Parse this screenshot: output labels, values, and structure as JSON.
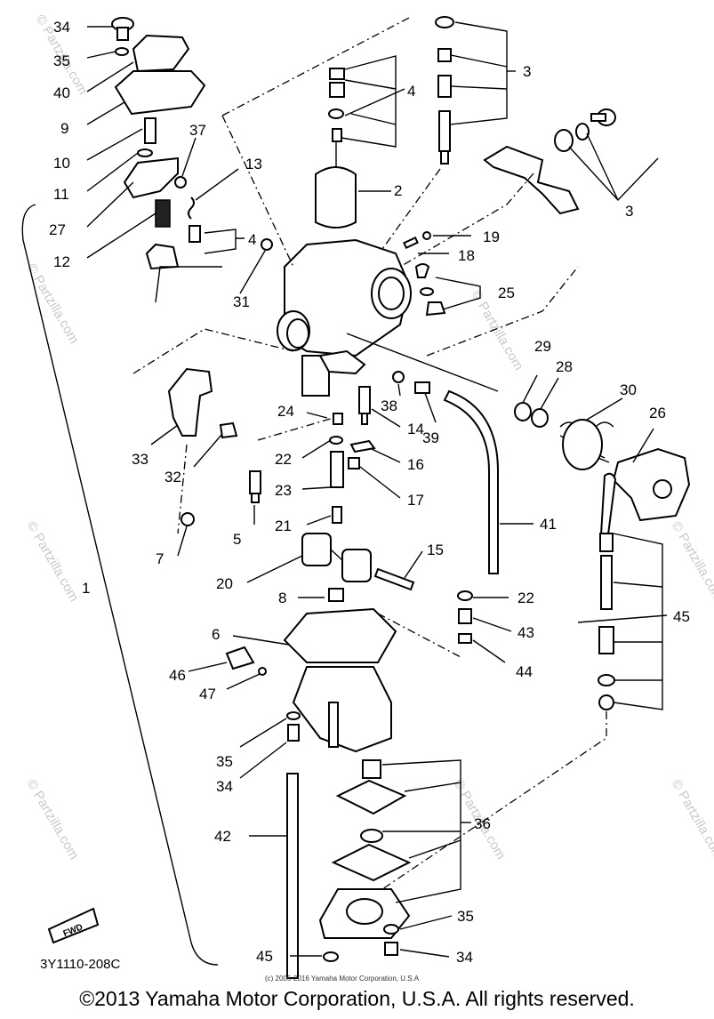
{
  "diagram": {
    "callouts": {
      "c34a": "34",
      "c35a": "35",
      "c40": "40",
      "c9": "9",
      "c10": "10",
      "c11": "11",
      "c27": "27",
      "c12": "12",
      "c37": "37",
      "c13": "13",
      "c4a": "4",
      "c31": "31",
      "c1": "1",
      "c3a": "3",
      "c4b": "4",
      "c2": "2",
      "c3b": "3",
      "c19": "19",
      "c18": "18",
      "c25": "25",
      "c29": "29",
      "c28": "28",
      "c30": "30",
      "c26": "26",
      "c33": "33",
      "c32": "32",
      "c24": "24",
      "c22a": "22",
      "c23": "23",
      "c5": "5",
      "c7": "7",
      "c21": "21",
      "c38": "38",
      "c14": "14",
      "c39": "39",
      "c16": "16",
      "c17": "17",
      "c41": "41",
      "c20": "20",
      "c15": "15",
      "c8": "8",
      "c22b": "22",
      "c43": "43",
      "c44": "44",
      "c45a": "45",
      "c6": "6",
      "c46": "46",
      "c47": "47",
      "c35b": "35",
      "c34b": "34",
      "c36": "36",
      "c42": "42",
      "c35c": "35",
      "c45b": "45",
      "c34c": "34"
    },
    "diagram_code": "3Y1110-208C",
    "fwd_label": "FWD",
    "small_copyright": "(c) 2005-2016 Yamaha Motor Corporation, U.S.A",
    "watermark": "© Partzilla.com"
  },
  "footer": {
    "copyright": "©2013 Yamaha Motor Corporation, U.S.A. All rights reserved."
  }
}
